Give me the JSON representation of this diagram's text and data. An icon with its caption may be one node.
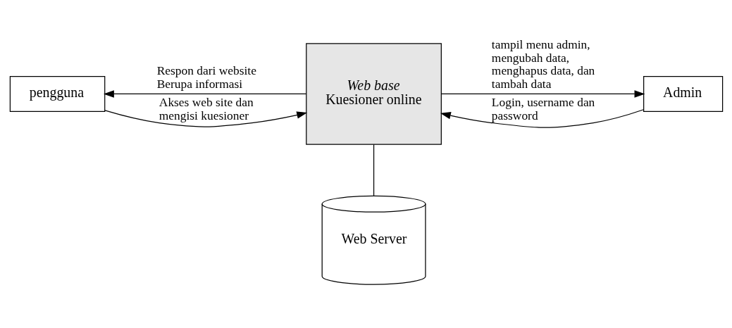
{
  "diagram": {
    "nodes": [
      {
        "text": [
          "pengguna"
        ]
      },
      {
        "text": [
          "Web base",
          "Kuesioner online"
        ]
      },
      {
        "text": [
          "Admin"
        ]
      },
      {
        "text": [
          "Web Server"
        ]
      }
    ],
    "edges": [
      {
        "from": 0,
        "to": 1,
        "arrow": "to",
        "label": "Akses web site dan mengisi kuesioner"
      },
      {
        "from": 1,
        "to": 0,
        "arrow": "to",
        "label": "Respon dari website Berupa informasi"
      },
      {
        "from": 2,
        "to": 1,
        "arrow": "to",
        "label": "Login, username dan password"
      },
      {
        "from": 1,
        "to": 2,
        "arrow": "to",
        "label": "tampil menu admin, mengubah data, menghapus data, dan tambah data"
      },
      {
        "from": 1,
        "to": 3,
        "arrow": "none"
      }
    ]
  }
}
